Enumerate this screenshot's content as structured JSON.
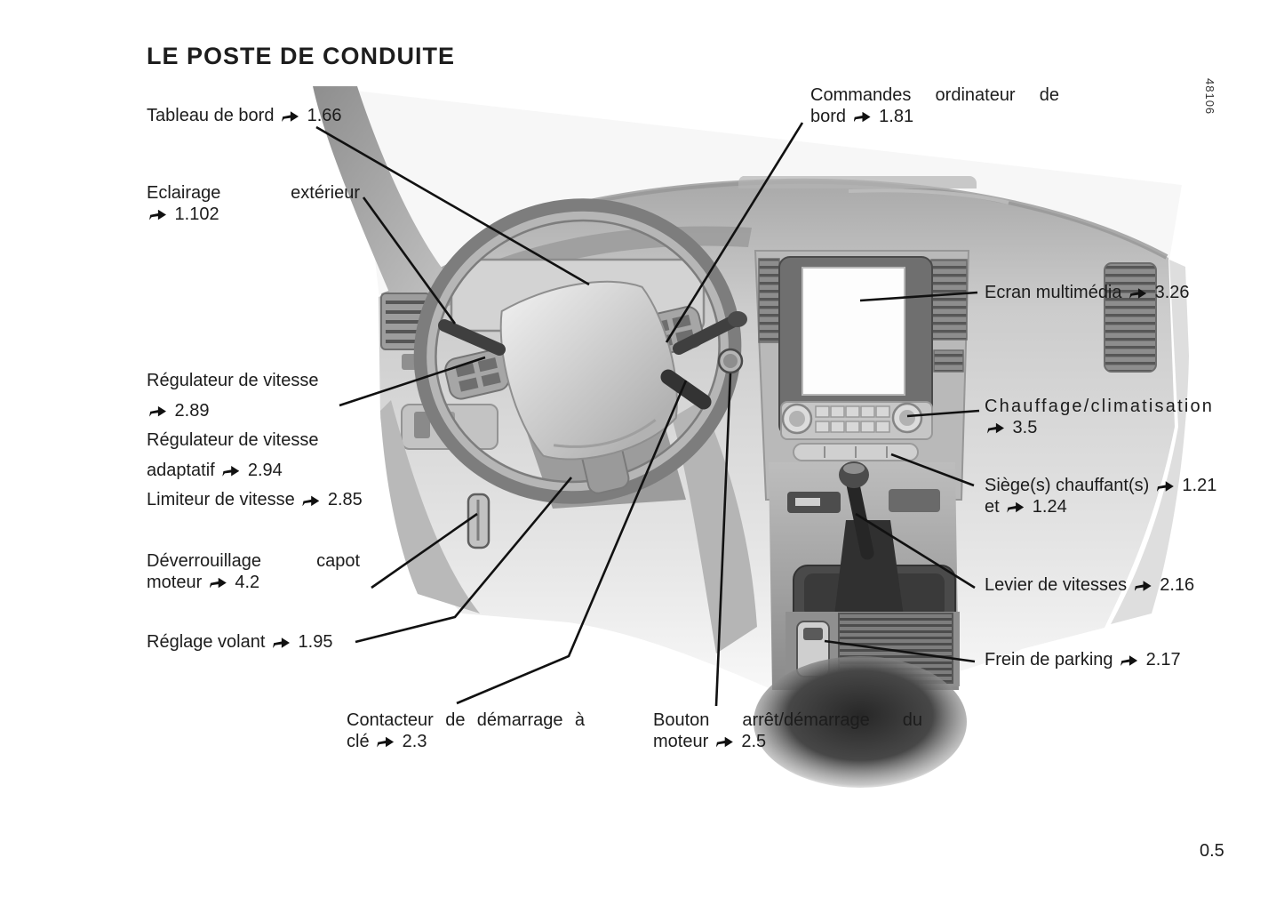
{
  "page": {
    "title": "LE POSTE DE CONDUITE",
    "page_number": "0.5",
    "figure_number": "48106"
  },
  "labels": {
    "tableau_de_bord": "Tableau de bord ➥ 1.66",
    "commandes_line1": "Commandes ordinateur de",
    "commandes_line2": "bord ➥ 1.81",
    "eclairage_line1": "Eclairage extérieur",
    "eclairage_line2": "➥ 1.102",
    "regulateur_line1": "Régulateur de vitesse",
    "regulateur_line2": "➥ 2.89",
    "regulateur_line3": "Régulateur de vitesse",
    "regulateur_line4": "adaptatif ➥ 2.94",
    "limiteur": "Limiteur de vitesse ➥ 2.85",
    "deverrouillage_line1": "Déverrouillage capot",
    "deverrouillage_line2": "moteur ➥ 4.2",
    "reglage_volant": "Réglage volant ➥ 1.95",
    "contacteur_line1": "Contacteur de démarrage à",
    "contacteur_line2": "clé ➥ 2.3",
    "bouton_line1": "Bouton arrêt/démarrage du",
    "bouton_line2": "moteur ➥ 2.5",
    "ecran": "Ecran multimédia ➥ 3.26",
    "chauffage_line1": "Chauffage/climatisation",
    "chauffage_line2": "➥ 3.5",
    "sieges_line1": "Siège(s) chauffant(s) ➥ 1.21",
    "sieges_line2": "et ➥ 1.24",
    "levier": "Levier de vitesses ➥ 2.16",
    "frein": "Frein de parking ➥ 2.17"
  }
}
